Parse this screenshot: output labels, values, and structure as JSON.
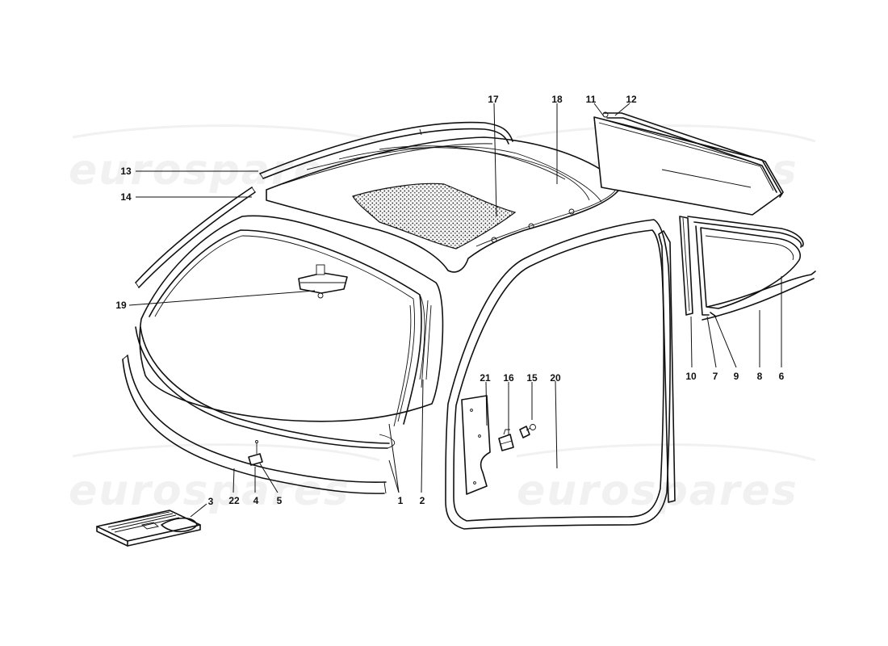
{
  "watermark": [
    "eurospares",
    "eurospares",
    "eurospares",
    "eurospares"
  ],
  "callouts": [
    "1",
    "2",
    "3",
    "4",
    "5",
    "6",
    "7",
    "8",
    "9",
    "10",
    "11",
    "12",
    "13",
    "14",
    "15",
    "16",
    "17",
    "18",
    "19",
    "20",
    "21",
    "22"
  ]
}
